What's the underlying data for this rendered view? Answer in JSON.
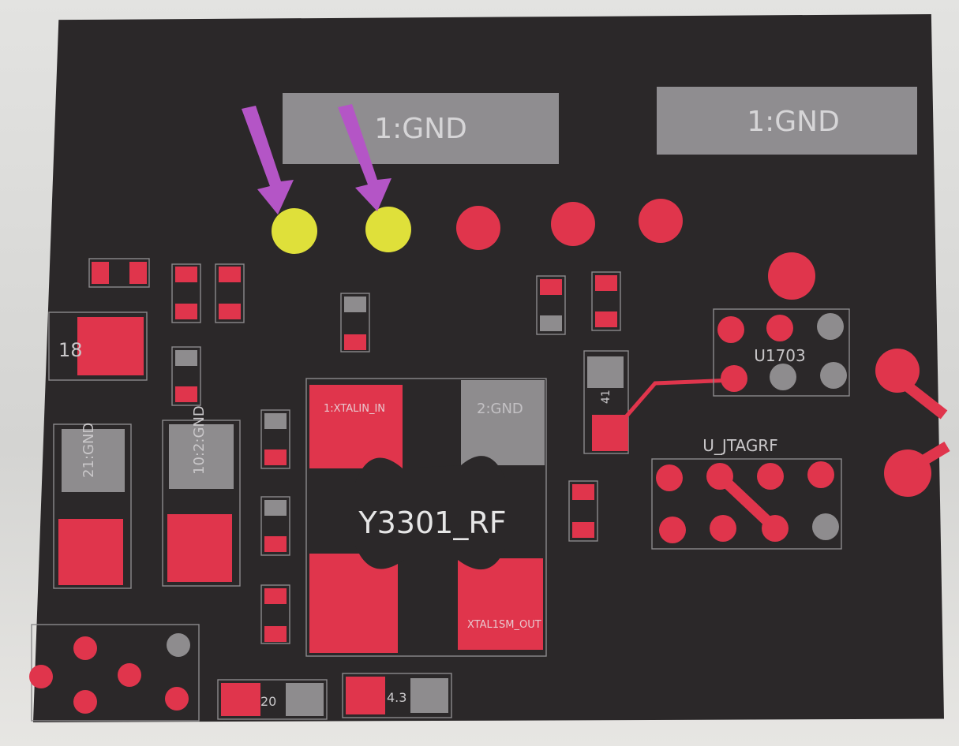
{
  "gnd_labels": [
    "1:GND",
    "1:GND"
  ],
  "component_labels": {
    "y3301": "Y3301_RF",
    "u1703": "U1703",
    "ujtag": "U_JTAGRF"
  },
  "pin_labels": {
    "y3301_pin_tl": "1:XTALIN_IN",
    "y3301_pin_tr": "2:GND",
    "y3301_pin_br": "XTAL1SM_OUT"
  },
  "part_labels": {
    "p18": "18",
    "p21": "21:GND",
    "p10": "10:2:GND",
    "p20": "20",
    "p43": "4.3",
    "p41": "41"
  },
  "colors": {
    "board": "#2b2829",
    "pad_red": "#e0354c",
    "pad_gray": "#8e8c8e",
    "pad_highlight": "#dfe03a",
    "arrow": "#b455c6",
    "silkscreen": "#8c8a8c"
  },
  "icons": [
    "arrow-pointer-icon",
    "arrow-pointer-icon"
  ]
}
